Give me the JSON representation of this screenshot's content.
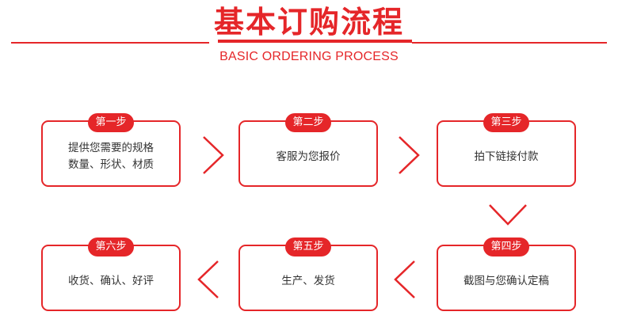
{
  "header": {
    "title": "基本订购流程",
    "subtitle": "BASIC ORDERING PROCESS"
  },
  "steps": [
    {
      "label": "第一步",
      "lines": [
        "提供您需要的规格",
        "数量、形状、材质"
      ]
    },
    {
      "label": "第二步",
      "lines": [
        "客服为您报价"
      ]
    },
    {
      "label": "第三步",
      "lines": [
        "拍下链接付款"
      ]
    },
    {
      "label": "第四步",
      "lines": [
        "截图与您确认定稿"
      ]
    },
    {
      "label": "第五步",
      "lines": [
        "生产、发货"
      ]
    },
    {
      "label": "第六步",
      "lines": [
        "收货、确认、好评"
      ]
    }
  ],
  "colors": {
    "accent": "#e52629",
    "text": "#333333"
  },
  "icons": {
    "flow_right": "chevron-right-icon",
    "flow_down": "chevron-down-icon",
    "flow_left": "chevron-left-icon"
  }
}
